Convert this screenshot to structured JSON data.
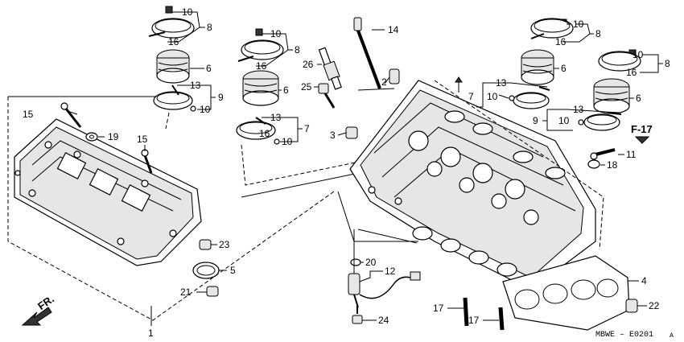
{
  "diagram": {
    "code_label": "MBWE – E0201",
    "code_suffix": "A",
    "direction_label": "FR.",
    "ref_label": "F-17"
  },
  "callouts": [
    {
      "id": "c1",
      "text": "10"
    },
    {
      "id": "c2",
      "text": "8"
    },
    {
      "id": "c3",
      "text": "16"
    },
    {
      "id": "c4",
      "text": "6"
    },
    {
      "id": "c5",
      "text": "13"
    },
    {
      "id": "c6",
      "text": "9"
    },
    {
      "id": "c7",
      "text": "10"
    },
    {
      "id": "c8",
      "text": "15"
    },
    {
      "id": "c9",
      "text": "19"
    },
    {
      "id": "c10",
      "text": "15"
    },
    {
      "id": "c11",
      "text": "10"
    },
    {
      "id": "c12",
      "text": "8"
    },
    {
      "id": "c13",
      "text": "16"
    },
    {
      "id": "c14",
      "text": "26"
    },
    {
      "id": "c15",
      "text": "6"
    },
    {
      "id": "c16",
      "text": "25"
    },
    {
      "id": "c17",
      "text": "13"
    },
    {
      "id": "c18",
      "text": "7"
    },
    {
      "id": "c19",
      "text": "16"
    },
    {
      "id": "c20",
      "text": "10"
    },
    {
      "id": "c21",
      "text": "14"
    },
    {
      "id": "c22",
      "text": "2"
    },
    {
      "id": "c23",
      "text": "3"
    },
    {
      "id": "c24",
      "text": "10"
    },
    {
      "id": "c25",
      "text": "8"
    },
    {
      "id": "c26",
      "text": "16"
    },
    {
      "id": "c27",
      "text": "6"
    },
    {
      "id": "c28",
      "text": "13"
    },
    {
      "id": "c29",
      "text": "7"
    },
    {
      "id": "c30",
      "text": "10"
    },
    {
      "id": "c31",
      "text": "10"
    },
    {
      "id": "c32",
      "text": "8"
    },
    {
      "id": "c33",
      "text": "16"
    },
    {
      "id": "c34",
      "text": "6"
    },
    {
      "id": "c35",
      "text": "13"
    },
    {
      "id": "c36",
      "text": "9"
    },
    {
      "id": "c37",
      "text": "10"
    },
    {
      "id": "c38",
      "text": "11"
    },
    {
      "id": "c39",
      "text": "18"
    },
    {
      "id": "c40",
      "text": "23"
    },
    {
      "id": "c41",
      "text": "5"
    },
    {
      "id": "c42",
      "text": "21"
    },
    {
      "id": "c43",
      "text": "1"
    },
    {
      "id": "c44",
      "text": "20"
    },
    {
      "id": "c45",
      "text": "12"
    },
    {
      "id": "c46",
      "text": "17"
    },
    {
      "id": "c47",
      "text": "17"
    },
    {
      "id": "c48",
      "text": "24"
    },
    {
      "id": "c49",
      "text": "4"
    },
    {
      "id": "c50",
      "text": "22"
    }
  ]
}
